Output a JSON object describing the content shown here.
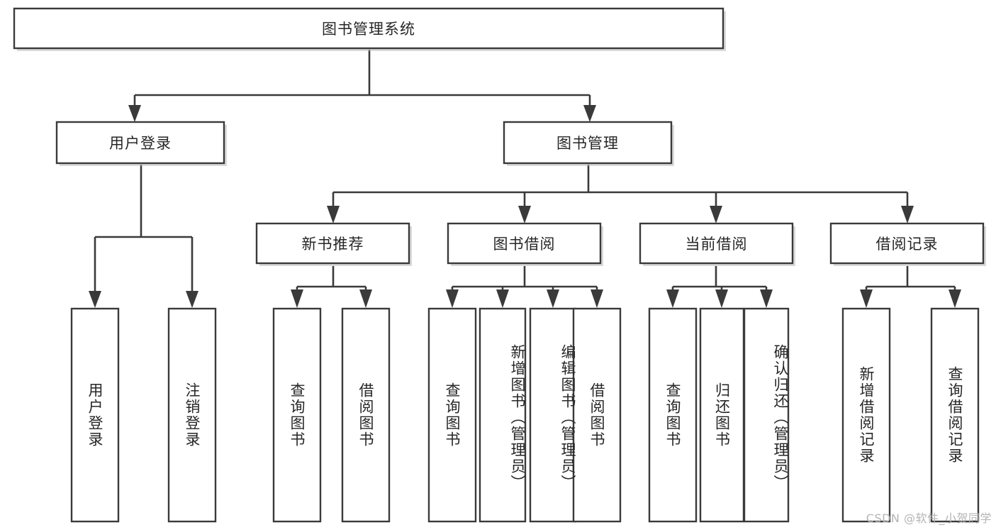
{
  "diagram": {
    "title": "图书管理系统",
    "type": "tree",
    "root": {
      "id": "root",
      "label": "图书管理系统"
    },
    "level2": [
      {
        "id": "user-login",
        "label": "用户登录"
      },
      {
        "id": "book-manage",
        "label": "图书管理"
      }
    ],
    "level3": [
      {
        "id": "new-book-rec",
        "label": "新书推荐",
        "parent": "book-manage"
      },
      {
        "id": "book-borrow",
        "label": "图书借阅",
        "parent": "book-manage"
      },
      {
        "id": "current-borrow",
        "label": "当前借阅",
        "parent": "book-manage"
      },
      {
        "id": "borrow-record",
        "label": "借阅记录",
        "parent": "book-manage"
      }
    ],
    "leaves": [
      {
        "id": "leaf-user-login",
        "label": "用户登录",
        "parent": "user-login"
      },
      {
        "id": "leaf-logout",
        "label": "注销登录",
        "parent": "user-login"
      },
      {
        "id": "leaf-query-book-1",
        "label": "查询图书",
        "parent": "new-book-rec"
      },
      {
        "id": "leaf-borrow-book-1",
        "label": "借阅图书",
        "parent": "new-book-rec"
      },
      {
        "id": "leaf-query-book-2",
        "label": "查询图书",
        "parent": "book-borrow"
      },
      {
        "id": "leaf-add-book",
        "label": "新增图书（管理员）",
        "parent": "book-borrow"
      },
      {
        "id": "leaf-edit-book",
        "label": "编辑图书（管理员）",
        "parent": "book-borrow"
      },
      {
        "id": "leaf-borrow-book-2",
        "label": "借阅图书",
        "parent": "book-borrow"
      },
      {
        "id": "leaf-query-book-3",
        "label": "查询图书",
        "parent": "current-borrow"
      },
      {
        "id": "leaf-return-book",
        "label": "归还图书",
        "parent": "current-borrow"
      },
      {
        "id": "leaf-confirm-return",
        "label": "确认归还（管理员）",
        "parent": "current-borrow"
      },
      {
        "id": "leaf-add-record",
        "label": "新增借阅记录",
        "parent": "borrow-record"
      },
      {
        "id": "leaf-query-record",
        "label": "查询借阅记录",
        "parent": "borrow-record"
      }
    ],
    "colors": {
      "box_stroke": "#3a3a3a",
      "box_fill": "#ffffff",
      "text": "#262626",
      "background": "#ffffff",
      "watermark": "#b4b4b4"
    }
  },
  "watermark": {
    "text": "CSDN @软件_小贺同学"
  }
}
